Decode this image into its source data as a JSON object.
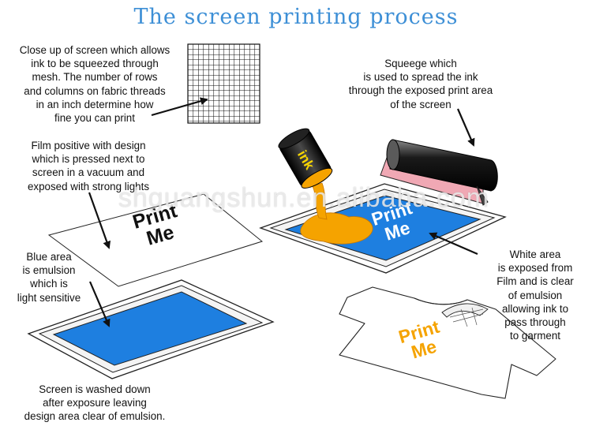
{
  "title": "The screen printing process",
  "mesh_caption": [
    "Close up of screen which allows",
    "ink to be squeezed through",
    "mesh. The number of rows",
    "and columns on fabric threads",
    "in an inch determine how",
    "fine you can print"
  ],
  "squeegee_caption": [
    "Squeege which",
    "is used to spread the ink",
    "through the exposed print area",
    "of the screen"
  ],
  "film_caption": [
    "Film positive with design",
    "which is pressed next to",
    "screen in a vacuum and",
    "exposed with strong lights"
  ],
  "blue_caption": [
    "Blue area",
    "is emulsion",
    "which is",
    "light sensitive"
  ],
  "white_caption": [
    "White area",
    "is exposed from",
    "Film and is clear",
    "of emulsion",
    "allowing ink to",
    "pass through",
    "to garment"
  ],
  "washed_caption": [
    "Screen is washed down",
    "after exposure leaving",
    "design area clear of emulsion."
  ],
  "ink_can_label": "ink",
  "film_text": [
    "Print",
    "Me"
  ],
  "screen_text": [
    "Print",
    "Me"
  ],
  "shirt_text": [
    "Print",
    "Me"
  ],
  "watermark": "shguangshun.en.alibaba.com",
  "colors": {
    "title": "#3d8fd6",
    "emulsion_blue": "#1e7fe0",
    "ink_orange": "#f5a300",
    "ink_yellow": "#f8d600",
    "squeegee_pink": "#f0a8b4"
  }
}
